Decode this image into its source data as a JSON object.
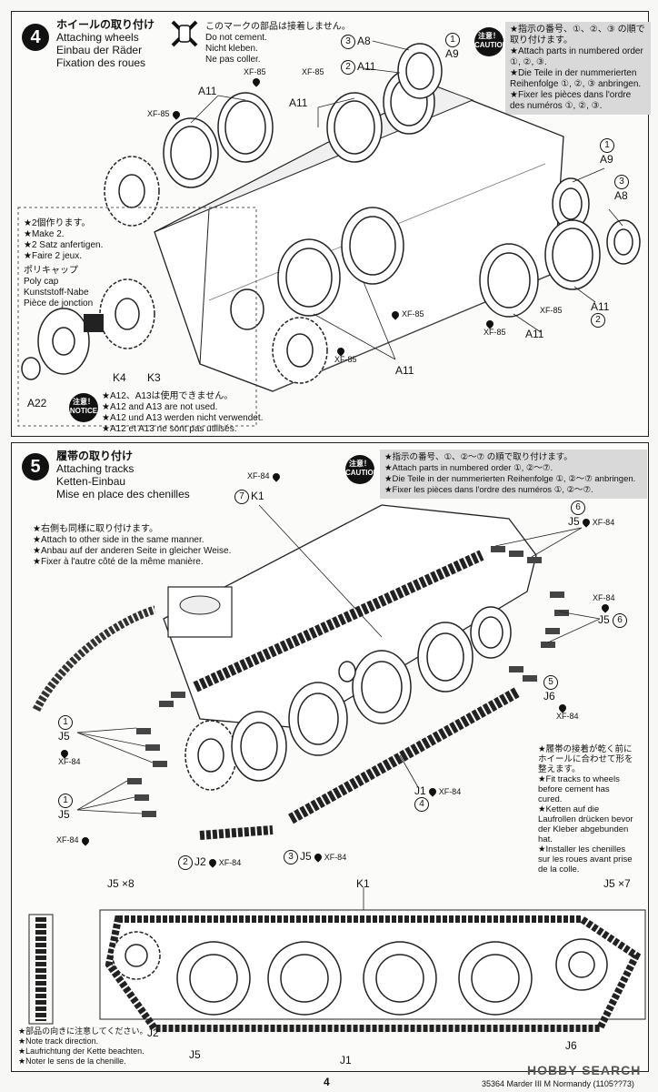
{
  "step4": {
    "number": "4",
    "title_jp": "ホイールの取り付け",
    "title_en": "Attaching wheels",
    "title_de": "Einbau der Räder",
    "title_fr": "Fixation des roues",
    "no_cement_jp": "このマークの部品は接着しません。",
    "no_cement_en": "Do not cement.",
    "no_cement_de": "Nicht kleben.",
    "no_cement_fr": "Ne pas coller.",
    "caution_badge": "注意！ CAUTION",
    "caution_lines": [
      "★指示の番号、①、②、③ の順で取り付けます。",
      "★Attach parts in numbered order ①, ②, ③.",
      "★Die Teile in der nummerierten Reihenfolge ①, ②, ③ anbringen.",
      "★Fixer les pièces dans l'ordre des numéros ①, ②, ③."
    ],
    "make2_lines": [
      "★2個作ります。",
      "★Make 2.",
      "★2 Satz anfertigen.",
      "★Faire 2 jeux."
    ],
    "polycap_lines": [
      "ポリキャップ",
      "Poly cap",
      "Kunststoff-Nabe",
      "Pièce de jonction"
    ],
    "notice_badge": "注意！ NOTICE",
    "notice_lines": [
      "★A12、A13は使用できません。",
      "★A12 and A13 are not used.",
      "★A12 und A13 werden nicht verwendet.",
      "★A12 et A13 ne sont pas utilisés."
    ],
    "labels": {
      "a11": "A11",
      "a8": "A8",
      "a9": "A9",
      "a22": "A22",
      "k3": "K3",
      "k4": "K4",
      "xf85": "XF-85",
      "n1": "1",
      "n2": "2",
      "n3": "3"
    }
  },
  "step5": {
    "number": "5",
    "title_jp": "履帯の取り付け",
    "title_en": "Attaching tracks",
    "title_de": "Ketten-Einbau",
    "title_fr": "Mise en place des chenilles",
    "caution_badge": "注意！ CAUTION",
    "caution_lines": [
      "★指示の番号、①、②～⑦ の順で取り付けます。",
      "★Attach parts in numbered order ①, ②～⑦.",
      "★Die Teile in der nummerierten Reihenfolge ①, ②～⑦ anbringen.",
      "★Fixer les pièces dans l'ordre des numéros ①, ②～⑦."
    ],
    "other_side_lines": [
      "★右側も同様に取り付けます。",
      "★Attach to other side in the same manner.",
      "★Anbau auf der anderen Seite in gleicher Weise.",
      "★Fixer à l'autre côté de la même manière."
    ],
    "fit_lines": [
      "★履帯の接着が乾く前に",
      "ホイールに合わせて形を",
      "整えます。",
      "★Fit tracks to wheels",
      "before cement has",
      "cured.",
      "★Ketten auf die",
      "Laufrollen drücken bevor",
      "der Kleber abgebunden",
      "hat.",
      "★Installer les chenilles",
      "sur les roues avant prise",
      "de la colle."
    ],
    "direction_lines": [
      "★部品の向きに注意してください。",
      "★Note track direction.",
      "★Laufrichtung der Kette beachten.",
      "★Noter le sens de la chenille."
    ],
    "labels": {
      "k1": "K1",
      "j1": "J1",
      "j2": "J2",
      "j5": "J5",
      "j6": "J6",
      "xf84": "XF-84",
      "j5x8": "J5 ×8",
      "j5x7": "J5 ×7",
      "n1": "1",
      "n2": "2",
      "n3": "3",
      "n4": "4",
      "n5": "5",
      "n6": "6",
      "n7": "7"
    }
  },
  "footer": {
    "page": "4",
    "code": "35364 Marder III M Normandy (1105??73)",
    "watermark": "HOBBY SEARCH"
  }
}
